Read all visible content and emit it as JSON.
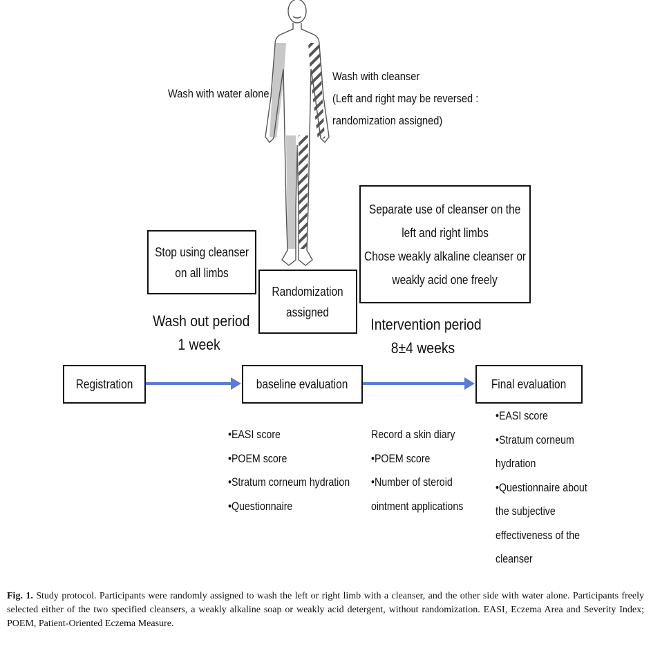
{
  "figure": {
    "wash_water_label": "Wash with water alone",
    "wash_cleanser_lines": [
      "Wash with cleanser",
      "(Left and right may be reversed :",
      "randomization assigned)"
    ],
    "box_stop": [
      "Stop using cleanser",
      "on all limbs"
    ],
    "box_randomization": [
      "Randomization",
      "assigned"
    ],
    "box_separate": [
      "Separate use of cleanser on the",
      "left and right limbs",
      "Chose weakly alkaline cleanser or",
      "weakly acid one freely"
    ],
    "washout": [
      "Wash out period",
      "1 week"
    ],
    "intervention": [
      "Intervention period",
      "8±4 weeks"
    ],
    "stages": {
      "registration": "Registration",
      "baseline": "baseline evaluation",
      "final": "Final evaluation"
    },
    "baseline_items": [
      "•EASI score",
      "•POEM score",
      "•Stratum corneum hydration",
      "•Questionnaire"
    ],
    "intervention_items": [
      "Record a skin diary",
      "•POEM score",
      "•Number of steroid",
      "ointment applications"
    ],
    "final_items": [
      "•EASI score",
      "•Stratum corneum",
      "hydration",
      "•Questionnaire about",
      "the subjective",
      "effectiveness of the",
      "cleanser"
    ],
    "arrow_color": "#5b7bd5"
  },
  "caption": {
    "label": "Fig. 1.",
    "text": "Study protocol. Participants were randomly assigned to wash the left or right limb with a cleanser, and the other side with water alone. Participants freely selected either of the two specified cleansers, a weakly alkaline soap or weakly acid detergent, without randomization. EASI, Eczema Area and Severity Index; POEM, Patient-Oriented Eczema Measure."
  }
}
